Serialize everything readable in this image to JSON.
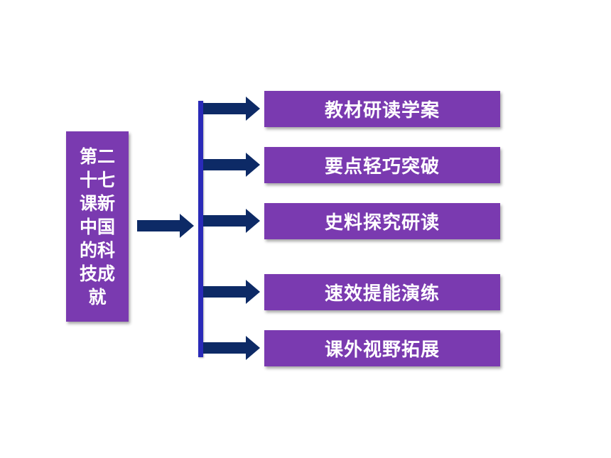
{
  "diagram": {
    "title": "第二十七课新中国的科技成就",
    "items": [
      {
        "label": "教材研读学案"
      },
      {
        "label": "要点轻巧突破"
      },
      {
        "label": "史料探究研读"
      },
      {
        "label": "速效提能演练"
      },
      {
        "label": "课外视野拓展"
      }
    ],
    "colors": {
      "box_fill": "#7a3ab0",
      "arrow": "#0d2a66",
      "bracket": "#2a2ab8",
      "text": "#ffffff"
    }
  }
}
